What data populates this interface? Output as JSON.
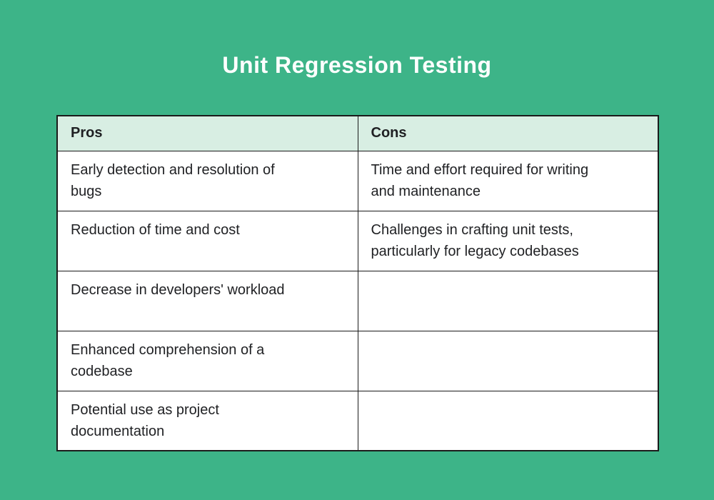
{
  "page": {
    "title": "Unit Regression Testing"
  },
  "theme": {
    "bg": "#3db488",
    "header-bg": "#d8eee3",
    "border": "#1b1b1b",
    "text": "#1f2023",
    "title": "#ffffff"
  },
  "chart_data": {
    "type": "table",
    "title": "Unit Regression Testing",
    "columns": [
      "Pros",
      "Cons"
    ],
    "rows": [
      [
        "Early detection and resolution of bugs",
        "Time and effort required for writing and maintenance"
      ],
      [
        "Reduction of time and cost",
        "Challenges in crafting unit tests, particularly for legacy codebases"
      ],
      [
        "Decrease in developers' workload",
        ""
      ],
      [
        "Enhanced comprehension of a codebase",
        ""
      ],
      [
        "Potential use as project documentation",
        ""
      ]
    ],
    "layout": {
      "legend": "none",
      "grid": "table-borders",
      "header_fill": "#d8eee3",
      "body_fill": "#ffffff",
      "background_fill": "#3db488"
    }
  }
}
